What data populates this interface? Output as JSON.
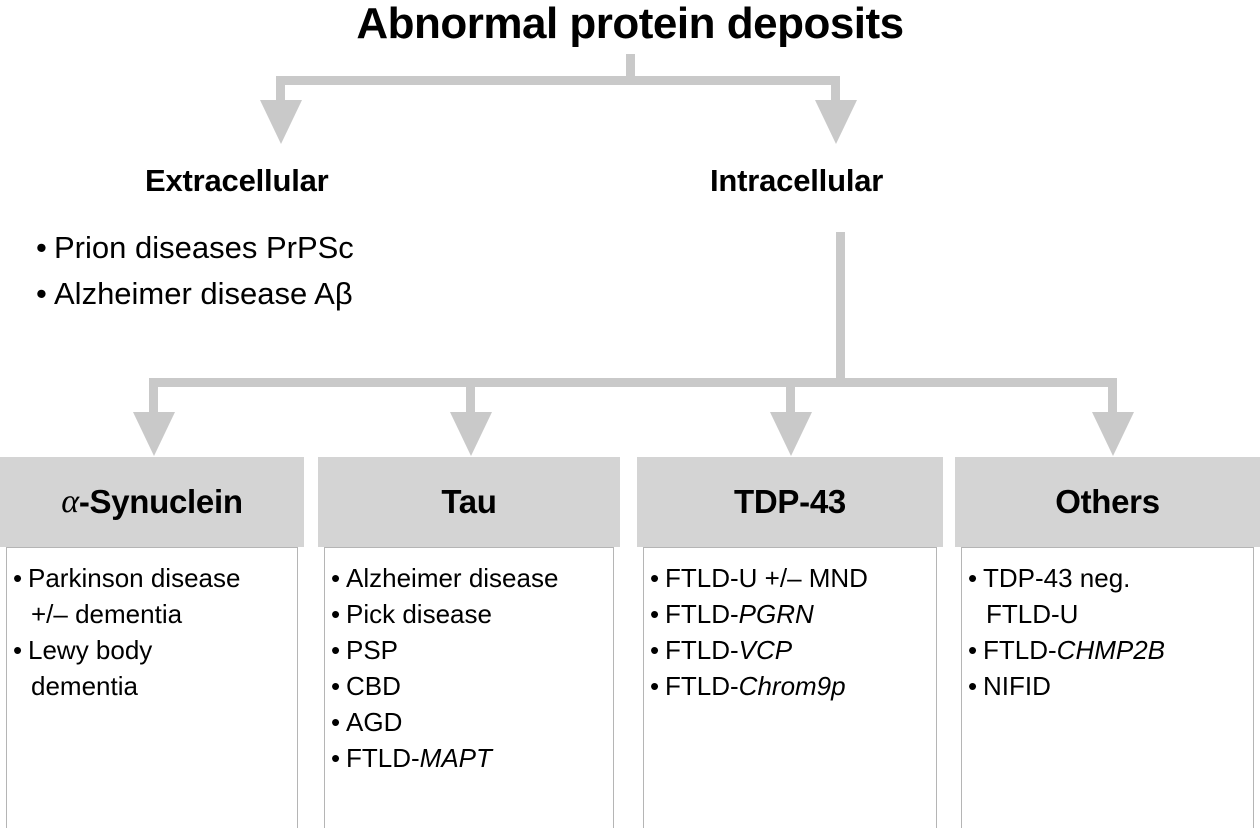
{
  "diagram": {
    "title": "Abnormal protein deposits",
    "branches": [
      {
        "id": "extracellular",
        "label": "Extracellular",
        "items": [
          "Prion diseases PrPSc",
          "Alzheimer disease Aβ"
        ]
      },
      {
        "id": "intracellular",
        "label": "Intracellular"
      }
    ],
    "categories": [
      {
        "id": "alpha-synuclein",
        "title_prefix": "α",
        "title_rest": "-Synuclein",
        "items": [
          {
            "bullet": "Parkinson disease",
            "cont": "+/– dementia"
          },
          {
            "bullet": "Lewy body",
            "cont": "dementia"
          }
        ]
      },
      {
        "id": "tau",
        "title_prefix": "",
        "title_rest": "Tau",
        "items": [
          {
            "bullet": "Alzheimer disease"
          },
          {
            "bullet": "Pick disease"
          },
          {
            "bullet": "PSP"
          },
          {
            "bullet": "CBD"
          },
          {
            "bullet": "AGD"
          },
          {
            "bullet": "FTLD-",
            "italic": "MAPT"
          }
        ]
      },
      {
        "id": "tdp-43",
        "title_prefix": "",
        "title_rest": "TDP-43",
        "items": [
          {
            "bullet": "FTLD-U +/–  MND"
          },
          {
            "bullet": "FTLD-",
            "italic": "PGRN"
          },
          {
            "bullet": "FTLD-",
            "italic": "VCP"
          },
          {
            "bullet": "FTLD-",
            "italic": "Chrom9p"
          }
        ]
      },
      {
        "id": "others",
        "title_prefix": "",
        "title_rest": "Others",
        "items": [
          {
            "bullet": "TDP-43 neg.",
            "cont": "FTLD-U"
          },
          {
            "bullet": "FTLD-",
            "italic": "CHMP2B"
          },
          {
            "bullet": "NIFID"
          }
        ]
      }
    ],
    "bullet_glyph": "•",
    "colors": {
      "connector": "#c9c9c9",
      "box_header": "#d4d4d4",
      "box_body": "#ffffff",
      "text": "#000000"
    }
  }
}
